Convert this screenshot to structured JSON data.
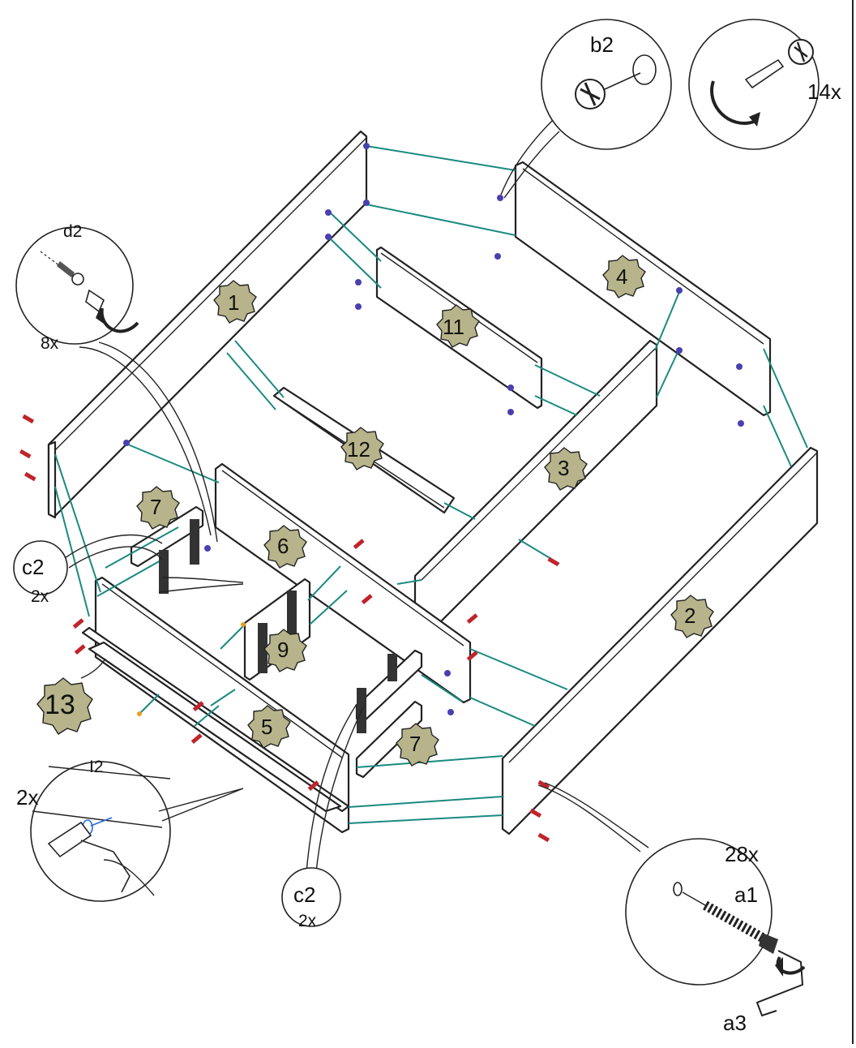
{
  "badges": [
    "1",
    "2",
    "3",
    "4",
    "5",
    "6",
    "7",
    "7",
    "9",
    "11",
    "12",
    "13"
  ],
  "callouts": {
    "b2_label": "b2",
    "b2_count": "14x",
    "d2_label": "d2",
    "d2_count": "8x",
    "c2_left_label": "c2",
    "c2_left_count": "2x",
    "c2_bottom_label": "c2",
    "c2_bottom_count": "2x",
    "i2_label": "I2",
    "i2_count": "2x",
    "a_count": "28x",
    "a1_label": "a1",
    "a3_label": "a3"
  },
  "colors": {
    "connector": "#1a8a80",
    "badge_fill": "#b7b48b",
    "dowel_red": "#c0242b",
    "cam_blue": "#4a3fb0",
    "nail_orange": "#e8a020"
  }
}
